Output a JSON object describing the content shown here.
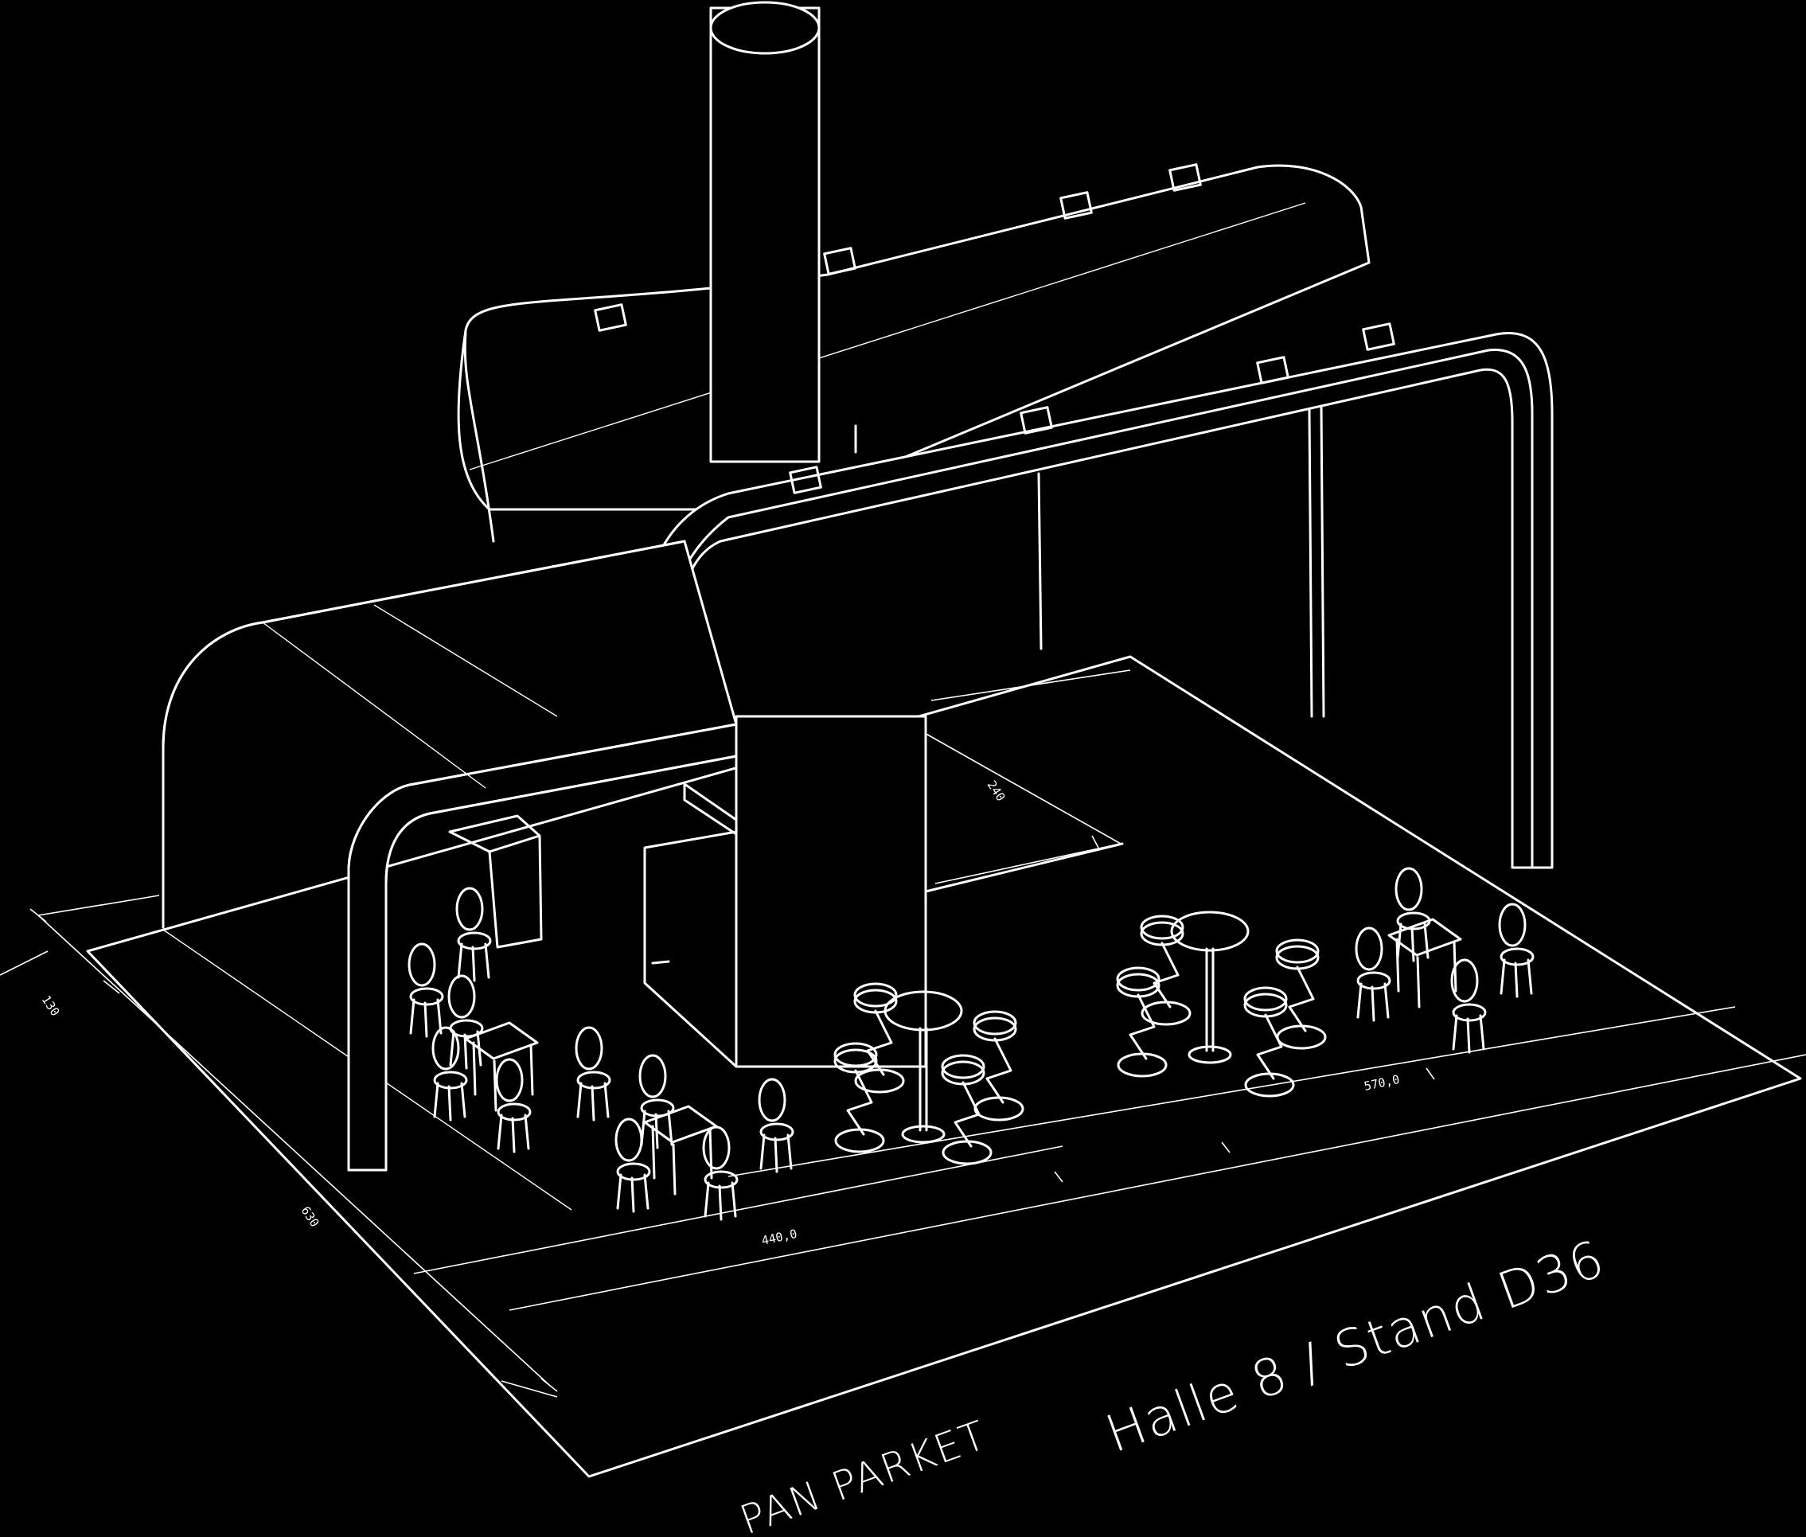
{
  "caption": {
    "company": "PAN PARKET",
    "location": "Halle 8 / Stand D36"
  },
  "dimensions": {
    "depth_total": "630",
    "depth_partial": "130",
    "height": "240",
    "width_front": "440,0",
    "width_back": "570,0"
  },
  "colors": {
    "background": "#000000",
    "line": "#ffffff"
  }
}
